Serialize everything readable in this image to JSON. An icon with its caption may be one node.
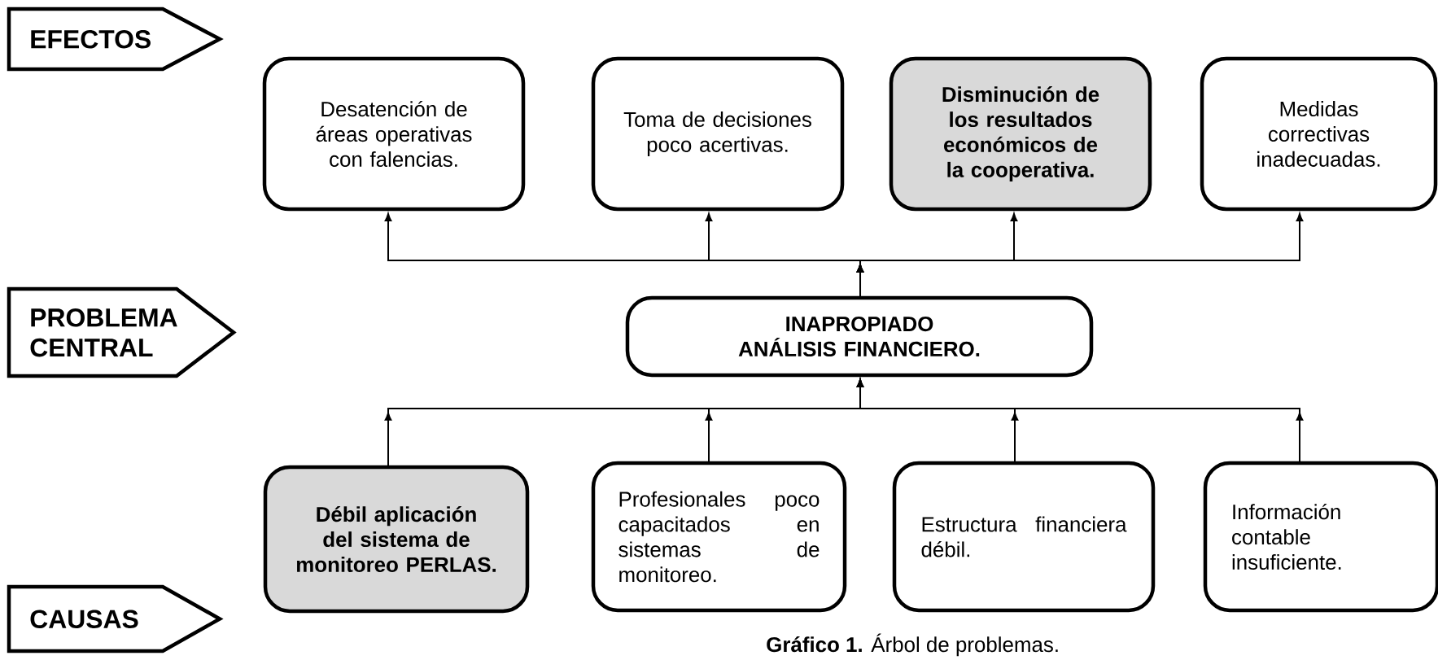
{
  "diagram": {
    "caption": "**Gráfico 1.** Árbol de problemas.",
    "nodes": [
      {
        "text": [
          "EFECTOS"
        ]
      },
      {
        "text": [
          "Desatención de áreas operativas con falencias."
        ]
      },
      {
        "text": [
          "Toma de decisiones poco acertivas."
        ]
      },
      {
        "text": [
          "Disminución de los resultados económicos de la cooperativa."
        ]
      },
      {
        "text": [
          "Medidas correctivas inadecuadas."
        ]
      },
      {
        "text": [
          "PROBLEMA CENTRAL"
        ]
      },
      {
        "text": [
          "INAPROPIADO ANÁLISIS FINANCIERO."
        ]
      },
      {
        "text": [
          "Débil aplicación del sistema de monitoreo PERLAS."
        ]
      },
      {
        "text": [
          "Profesionales poco capacitados en sistemas de monitoreo."
        ]
      },
      {
        "text": [
          "Estructura financiera débil."
        ]
      },
      {
        "text": [
          "Información contable insuficiente."
        ]
      },
      {
        "text": [
          "CAUSAS"
        ]
      }
    ],
    "edges": [
      {
        "from": 6,
        "to": 1,
        "arrow": "to"
      },
      {
        "from": 6,
        "to": 2,
        "arrow": "to"
      },
      {
        "from": 6,
        "to": 3,
        "arrow": "to"
      },
      {
        "from": 6,
        "to": 4,
        "arrow": "to"
      },
      {
        "from": 7,
        "to": 6,
        "arrow": "to"
      },
      {
        "from": 8,
        "to": 6,
        "arrow": "to"
      },
      {
        "from": 9,
        "to": 6,
        "arrow": "to"
      },
      {
        "from": 10,
        "to": 6,
        "arrow": "to"
      }
    ]
  }
}
